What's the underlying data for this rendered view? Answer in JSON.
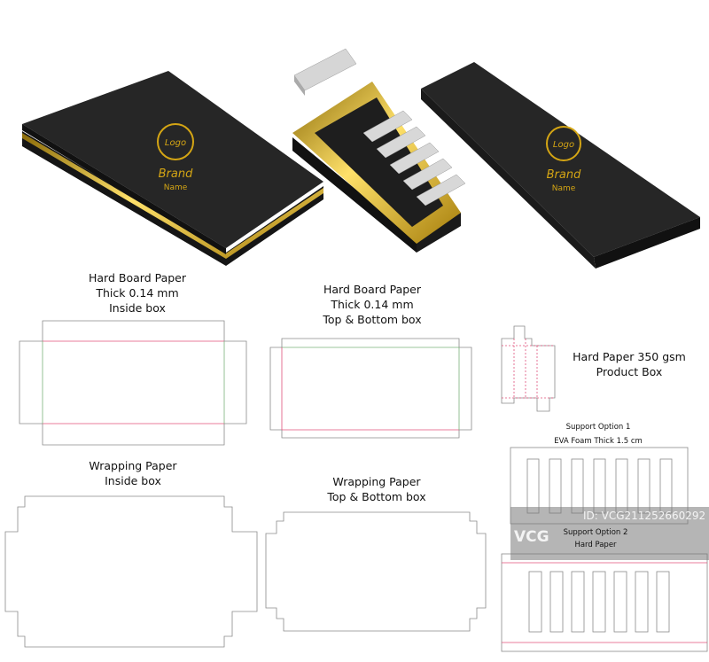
{
  "illustration": {
    "logo_text": "Logo",
    "brand_text": "Brand",
    "name_text": "Name"
  },
  "labels": {
    "inside_box_board": [
      "Hard Board Paper",
      "Thick 0.14 mm",
      "Inside box"
    ],
    "top_bottom_board": [
      "Hard Board Paper",
      "Thick 0.14 mm",
      "Top & Bottom box"
    ],
    "product_box": [
      "Hard Paper 350 gsm",
      "Product Box"
    ],
    "wrap_inside": [
      "Wrapping Paper",
      "Inside box"
    ],
    "wrap_top_bottom": [
      "Wrapping Paper",
      "Top & Bottom box"
    ],
    "support_1": [
      "Support Option 1",
      "EVA Foam Thick 1.5 cm"
    ],
    "support_2": [
      "Support Option 2",
      "Hard Paper"
    ]
  },
  "watermark": {
    "brand": "VCG",
    "id": "ID: VCG211252660292"
  },
  "colors": {
    "box": "#1c1c1c",
    "gold": "#d4a514",
    "cut": "#8a8a8a",
    "fold": "#e0507a"
  }
}
